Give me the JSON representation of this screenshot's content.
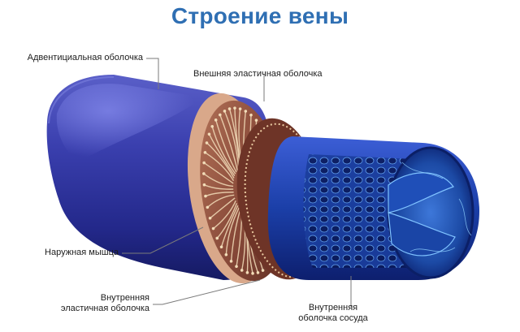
{
  "title": "Строение вены",
  "labels": {
    "adventitia": "Адвентициальная оболочка",
    "external_elastic": "Внешняя эластичная оболочка",
    "outer_muscle": "Наружная мышца",
    "internal_elastic_1": "Внутренняя",
    "internal_elastic_2": "эластичная оболочка",
    "intima_1": "Внутренняя",
    "intima_2": "оболочка сосуда"
  },
  "colors": {
    "title": "#2f6fb3",
    "outer_blue": "#2a2f8f",
    "deep_blue": "#0f1466",
    "muscle_brown": "#8a4b3a",
    "fiber": "#f2dcb8",
    "inner_blue": "#1b3fa8",
    "leader": "#7a7a7a"
  }
}
